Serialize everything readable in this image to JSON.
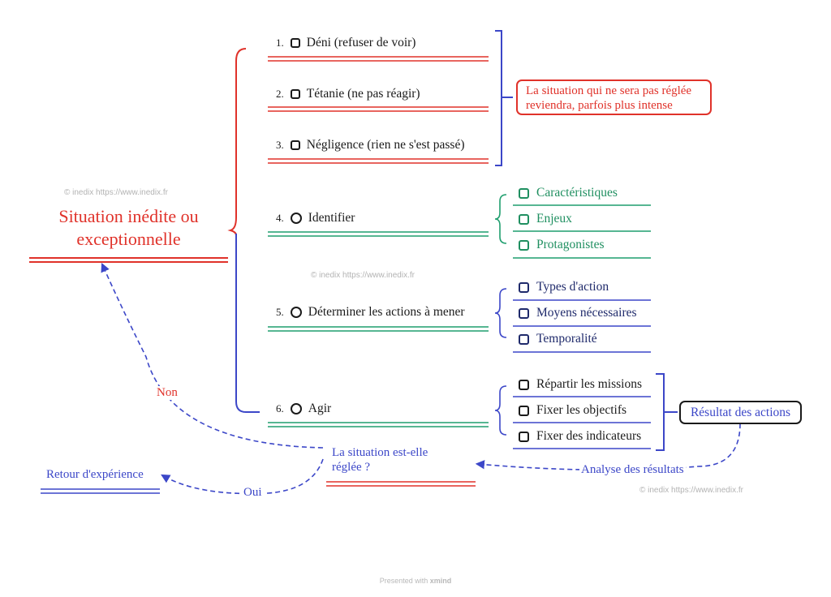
{
  "central_topic": [
    "Situation inédite ou",
    "exceptionnelle"
  ],
  "options": [
    {
      "num": "1.",
      "label": "Déni (refuser de voir)"
    },
    {
      "num": "2.",
      "label": "Tétanie (ne pas réagir)"
    },
    {
      "num": "3.",
      "label": "Négligence (rien ne s'est passé)"
    },
    {
      "num": "4.",
      "label": "Identifier"
    },
    {
      "num": "5.",
      "label": "Déterminer les actions à mener"
    },
    {
      "num": "6.",
      "label": "Agir"
    }
  ],
  "warning_note": [
    "La situation qui ne sera pas réglée",
    "reviendra, parfois plus intense"
  ],
  "identifier_items": [
    "Caractéristiques",
    "Enjeux",
    "Protagonistes"
  ],
  "determiner_items": [
    "Types d'action",
    "Moyens nécessaires",
    "Temporalité"
  ],
  "agir_items": [
    "Répartir les missions",
    "Fixer les objectifs",
    "Fixer des indicateurs"
  ],
  "result_box": "Résultat des actions",
  "analysis_label": "Analyse des résultats",
  "question": [
    "La situation est-elle",
    "réglée ?"
  ],
  "no_label": "Non",
  "yes_label": "Oui",
  "feedback": "Retour d'expérience",
  "watermark": "© inedix https://www.inedix.fr",
  "footer": {
    "prefix": "Presented with",
    "brand": "xmind"
  },
  "colors": {
    "red": "#e0322a",
    "blue": "#3c47c8",
    "green": "#1f9e6e",
    "navy": "#1f2a6b"
  }
}
